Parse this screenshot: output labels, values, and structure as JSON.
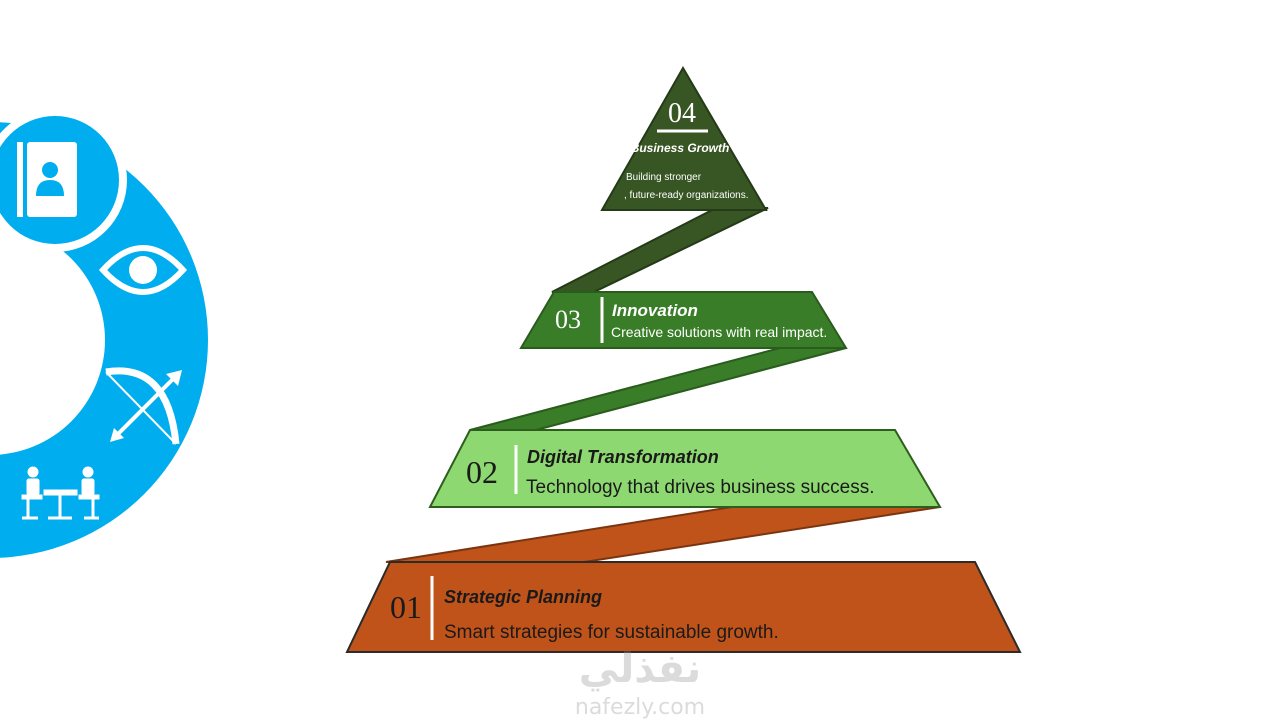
{
  "levels": [
    {
      "number": "04",
      "title": "Business Growth",
      "description_line1": "Building stronger",
      "description_line2": ", future-ready organizations.",
      "color": "#375623"
    },
    {
      "number": "03",
      "title": "Innovation",
      "description": "Creative solutions with real impact.",
      "color": "#3a7d28"
    },
    {
      "number": "02",
      "title": "Digital Transformation",
      "description": "Technology that drives business success.",
      "color": "#8ed872"
    },
    {
      "number": "01",
      "title": "Strategic Planning",
      "description": "Smart strategies for sustainable growth.",
      "color": "#c0531a"
    }
  ],
  "side_panel": {
    "color": "#00adee",
    "icons": [
      "contact-book-icon",
      "eye-icon",
      "bow-arrow-icon",
      "meeting-icon"
    ]
  },
  "watermark": {
    "arabic": "نفذلي",
    "domain": "nafezly.com"
  }
}
